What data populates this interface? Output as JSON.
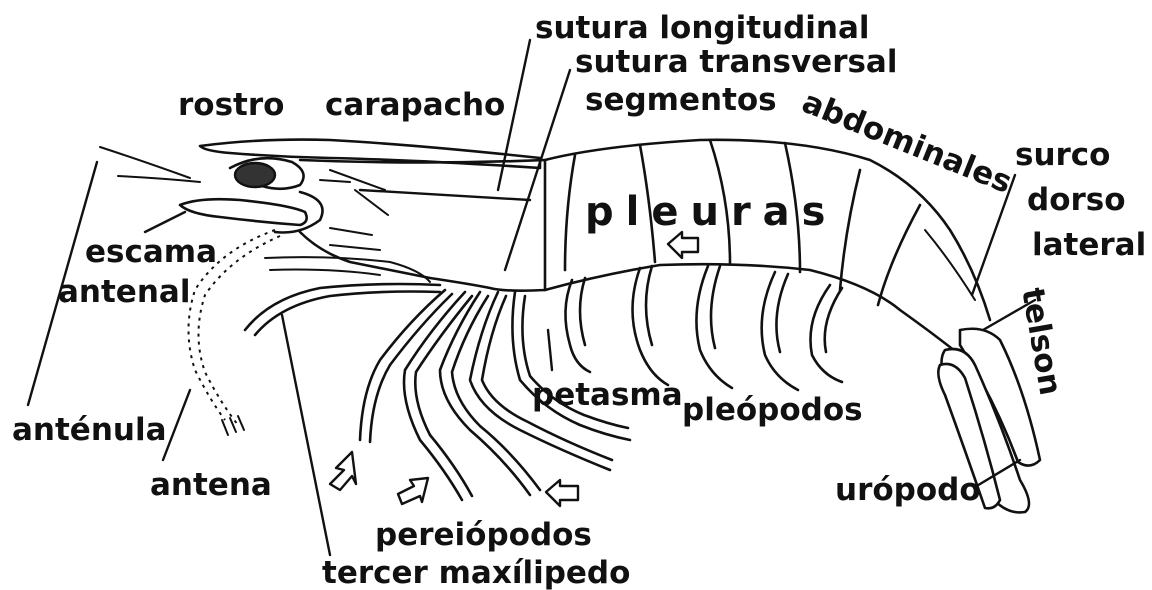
{
  "labels": {
    "sutura_longitudinal": "sutura longitudinal",
    "sutura_transversal": "sutura transversal",
    "segmentos_abdominales_1": "segmentos",
    "segmentos_abdominales_2": "abdominales",
    "rostro": "rostro",
    "carapacho": "carapacho",
    "surco_1": "surco",
    "surco_2": "dorso",
    "surco_3": "lateral",
    "escama_1": "escama",
    "escama_2": "antenal",
    "pleuras": "pleuras",
    "telson": "telson",
    "antenula": "anténula",
    "antena": "antena",
    "petasma": "petasma",
    "pleopodos": "pleópodos",
    "uropodo": "urópodo",
    "pereiopodos": "pereiópodos",
    "tercer_maxilipedo": "tercer maxílipedo"
  }
}
